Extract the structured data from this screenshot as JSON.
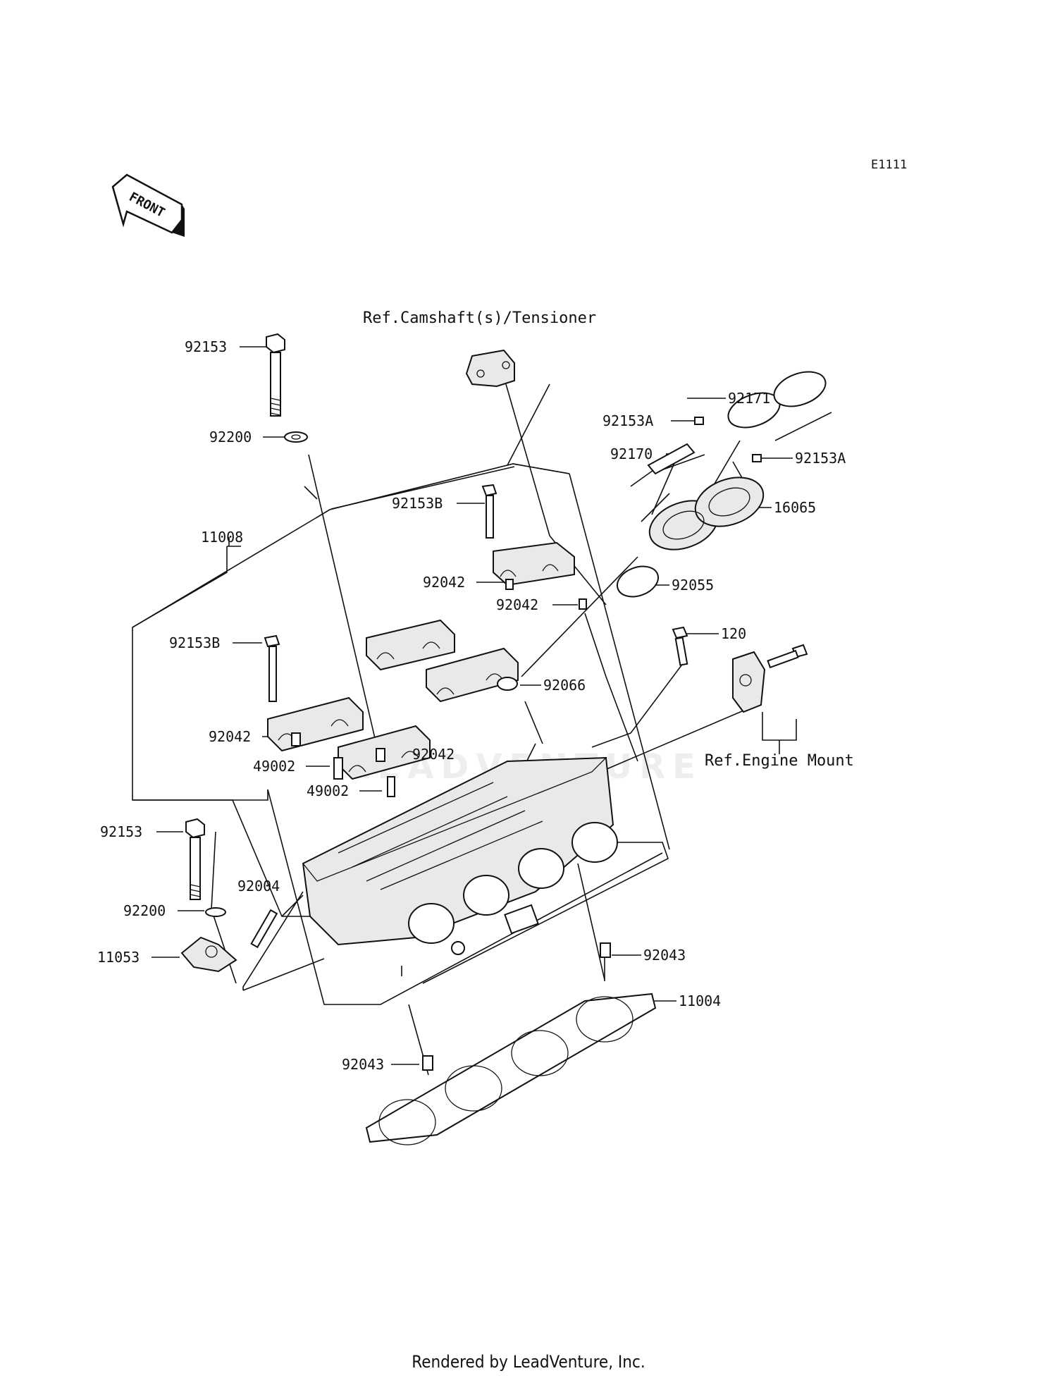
{
  "diagram_code": "E1111",
  "front_arrow_label": "FRONT",
  "watermark": "LEADVENTURE",
  "footer": "Rendered by LeadVenture, Inc.",
  "references": {
    "camshaft": "Ref.Camshaft(s)/Tensioner",
    "engine_mount": "Ref.Engine Mount"
  },
  "callouts": {
    "c92153_top": "92153",
    "c92200_top": "92200",
    "c11008": "11008",
    "c92153B_a": "92153B",
    "c92042_a": "92042",
    "c92042_b": "92042",
    "c92153B_b": "92153B",
    "c92042_c": "92042",
    "c49002_a": "49002",
    "c92042_d": "92042",
    "c49002_b": "49002",
    "c92153_bot": "92153",
    "c92200_bot": "92200",
    "c92004": "92004",
    "c11053": "11053",
    "c92171": "92171",
    "c92153A_a": "92153A",
    "c92170": "92170",
    "c92153A_b": "92153A",
    "c16065": "16065",
    "c92055": "92055",
    "c120": "120",
    "c92066": "92066",
    "c92043_a": "92043",
    "c11004": "11004",
    "c92043_b": "92043"
  }
}
